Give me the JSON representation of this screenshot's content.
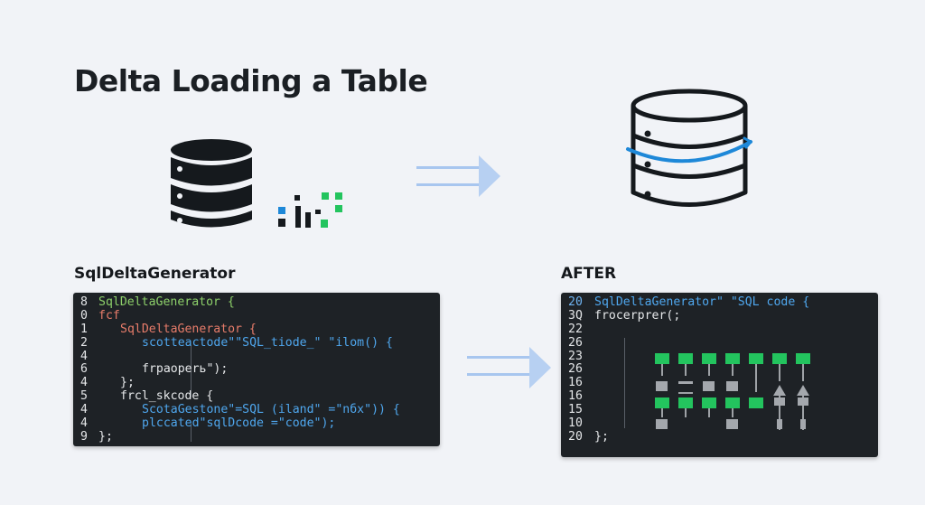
{
  "title": "Delta Loading a Table",
  "before_label": "SqlDeltaGenerator",
  "after_label": "AFTER",
  "colors": {
    "green": "#23c45e",
    "blue": "#1e88d8",
    "gray": "#9aa0a6",
    "arrow": "#a8c6ef"
  },
  "icons": {
    "source_db": "database-icon",
    "target_db": "database-icon",
    "delta_marks": "delta-grid-icon"
  },
  "left_code": [
    {
      "ln": "8",
      "text": "SqlDeltaGenerator {",
      "color": "green",
      "indent": 0
    },
    {
      "ln": "0",
      "text": "fcf",
      "color": "red",
      "indent": 0
    },
    {
      "ln": "1",
      "text": "SqlDeltaGenerator {",
      "color": "red",
      "indent": 1
    },
    {
      "ln": "2",
      "text": "scottеactode\"\"SQL_tiode_\" \"ilom() {",
      "color": "blue",
      "indent": 2
    },
    {
      "ln": "4",
      "text": "",
      "color": "white",
      "indent": 2
    },
    {
      "ln": "6",
      "text": "frpaoperь\");",
      "color": "white",
      "indent": 2
    },
    {
      "ln": "4",
      "text": "};",
      "color": "white",
      "indent": 1
    },
    {
      "ln": "5",
      "text": "frcl_skcode {",
      "color": "white",
      "indent": 1
    },
    {
      "ln": "4",
      "text": "ScotaGestone\"=SQL (iland\" =\"nбx\")) {",
      "color": "blue",
      "indent": 2
    },
    {
      "ln": "4",
      "text": "plcсated\"sqlDcode =\"code\");",
      "color": "blue",
      "indent": 2
    },
    {
      "ln": "9",
      "text": "};",
      "color": "white",
      "indent": 0
    }
  ],
  "right_code": [
    {
      "ln": "20",
      "text": "SqlDeltaGenerator\" \"SQL code {",
      "color": "blue",
      "ln_color": "blue"
    },
    {
      "ln": "3Q",
      "text": "frocerprer(;",
      "color": "white"
    },
    {
      "ln": "22",
      "text": "",
      "color": "white"
    },
    {
      "ln": "26",
      "text": "",
      "color": "white"
    },
    {
      "ln": "23",
      "text": "",
      "color": "white"
    },
    {
      "ln": "26",
      "text": "",
      "color": "white"
    },
    {
      "ln": "16",
      "text": "",
      "color": "white"
    },
    {
      "ln": "16",
      "text": "",
      "color": "white"
    },
    {
      "ln": "15",
      "text": "",
      "color": "white"
    },
    {
      "ln": "10",
      "text": "",
      "color": "white"
    },
    {
      "ln": "20",
      "text": "};",
      "color": "white"
    }
  ]
}
